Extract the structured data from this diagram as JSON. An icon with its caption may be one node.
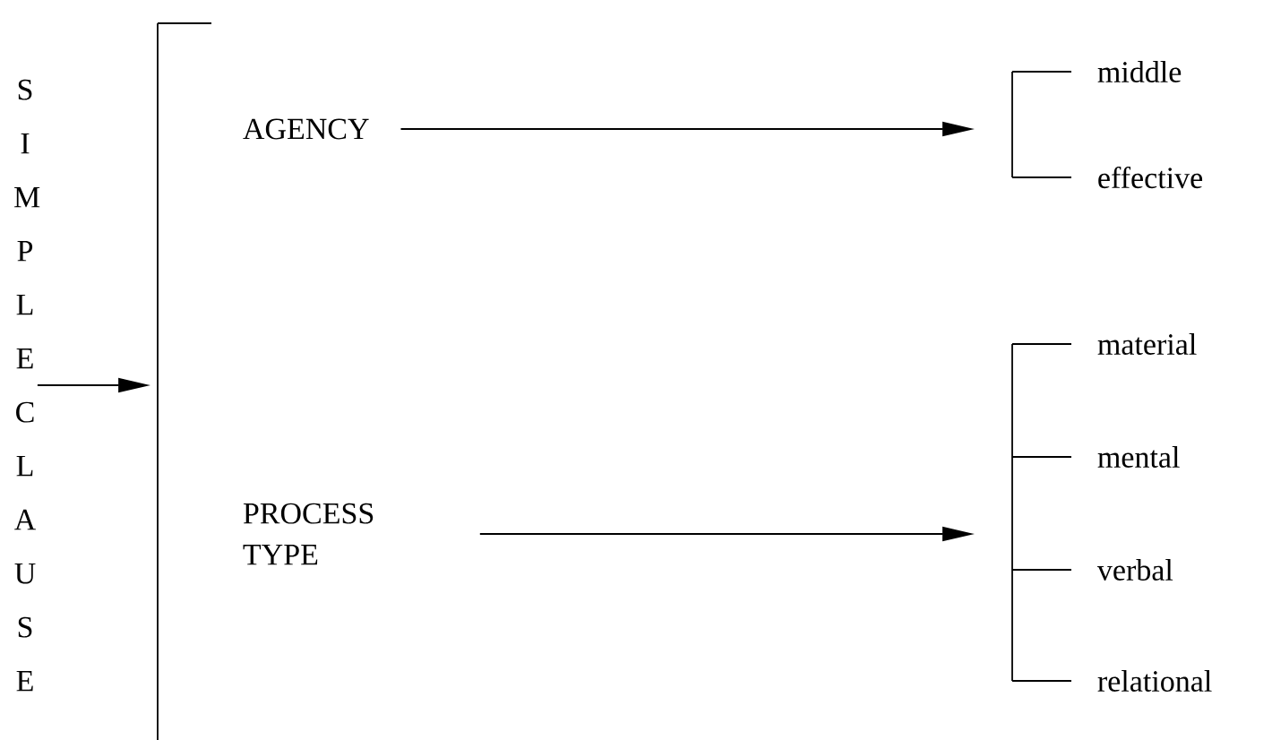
{
  "diagram": {
    "nodes": [
      {
        "text": [
          "S I M P L E C L A U S E"
        ]
      },
      {
        "text": [],
        "shape": "bar"
      },
      {
        "text": [
          "AGENCY"
        ]
      },
      {
        "text": [
          "PROCESS TYPE"
        ]
      },
      {
        "text": [],
        "shape": "bar"
      },
      {
        "text": [
          "middle"
        ]
      },
      {
        "text": [
          "effective"
        ]
      },
      {
        "text": [],
        "shape": "bar"
      },
      {
        "text": [
          "material"
        ]
      },
      {
        "text": [
          "mental"
        ]
      },
      {
        "text": [
          "verbal"
        ]
      },
      {
        "text": [
          "relational"
        ]
      }
    ],
    "edges": [
      {
        "from": 0,
        "to": 1,
        "arrow": "to"
      },
      {
        "from": 2,
        "to": 4,
        "arrow": "to"
      },
      {
        "from": 3,
        "to": 7,
        "arrow": "to"
      },
      {
        "from": 4,
        "to": 5,
        "arrow": "none"
      },
      {
        "from": 4,
        "to": 6,
        "arrow": "none"
      },
      {
        "from": 7,
        "to": 8,
        "arrow": "none"
      },
      {
        "from": 7,
        "to": 9,
        "arrow": "none"
      },
      {
        "from": 7,
        "to": 10,
        "arrow": "none"
      },
      {
        "from": 7,
        "to": 11,
        "arrow": "none"
      }
    ]
  }
}
